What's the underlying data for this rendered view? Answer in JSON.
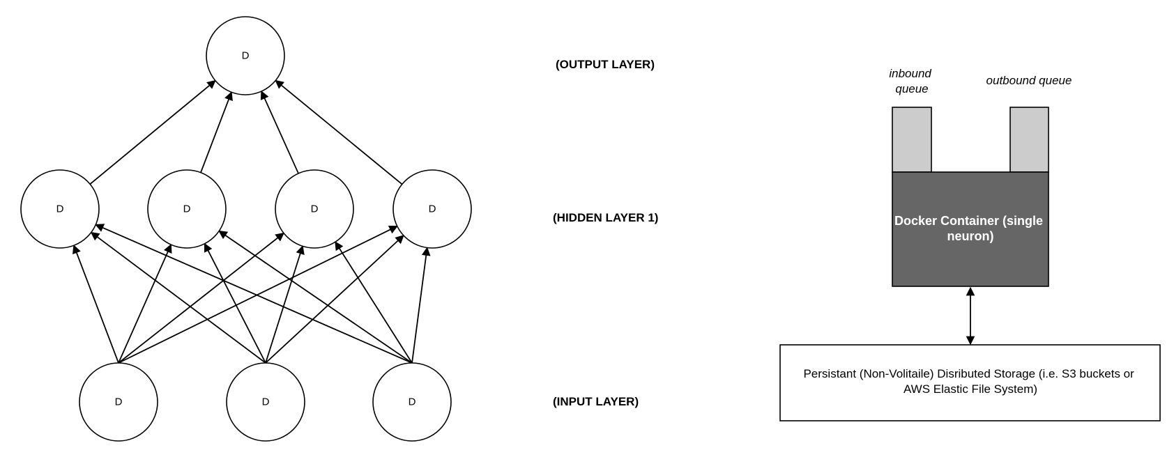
{
  "network": {
    "output_layer": {
      "label": "(OUTPUT LAYER)",
      "nodes": [
        "D"
      ]
    },
    "hidden_layer": {
      "label": "(HIDDEN LAYER 1)",
      "nodes": [
        "D",
        "D",
        "D",
        "D"
      ]
    },
    "input_layer": {
      "label": "(INPUT LAYER)",
      "nodes": [
        "D",
        "D",
        "D"
      ]
    }
  },
  "container": {
    "inbound_queue_label": [
      "inbound",
      "queue"
    ],
    "outbound_queue_label": "outbound queue",
    "docker_label": [
      "Docker Container (single",
      "neuron)"
    ],
    "storage_label": [
      "Persistant (Non-Volitaile) Disributed Storage (i.e. S3 buckets or",
      "AWS Elastic File System)"
    ]
  },
  "colors": {
    "stroke": "#000000",
    "queue_fill": "#cccccc",
    "container_fill": "#666666",
    "container_text": "#ffffff",
    "background": "#ffffff"
  }
}
